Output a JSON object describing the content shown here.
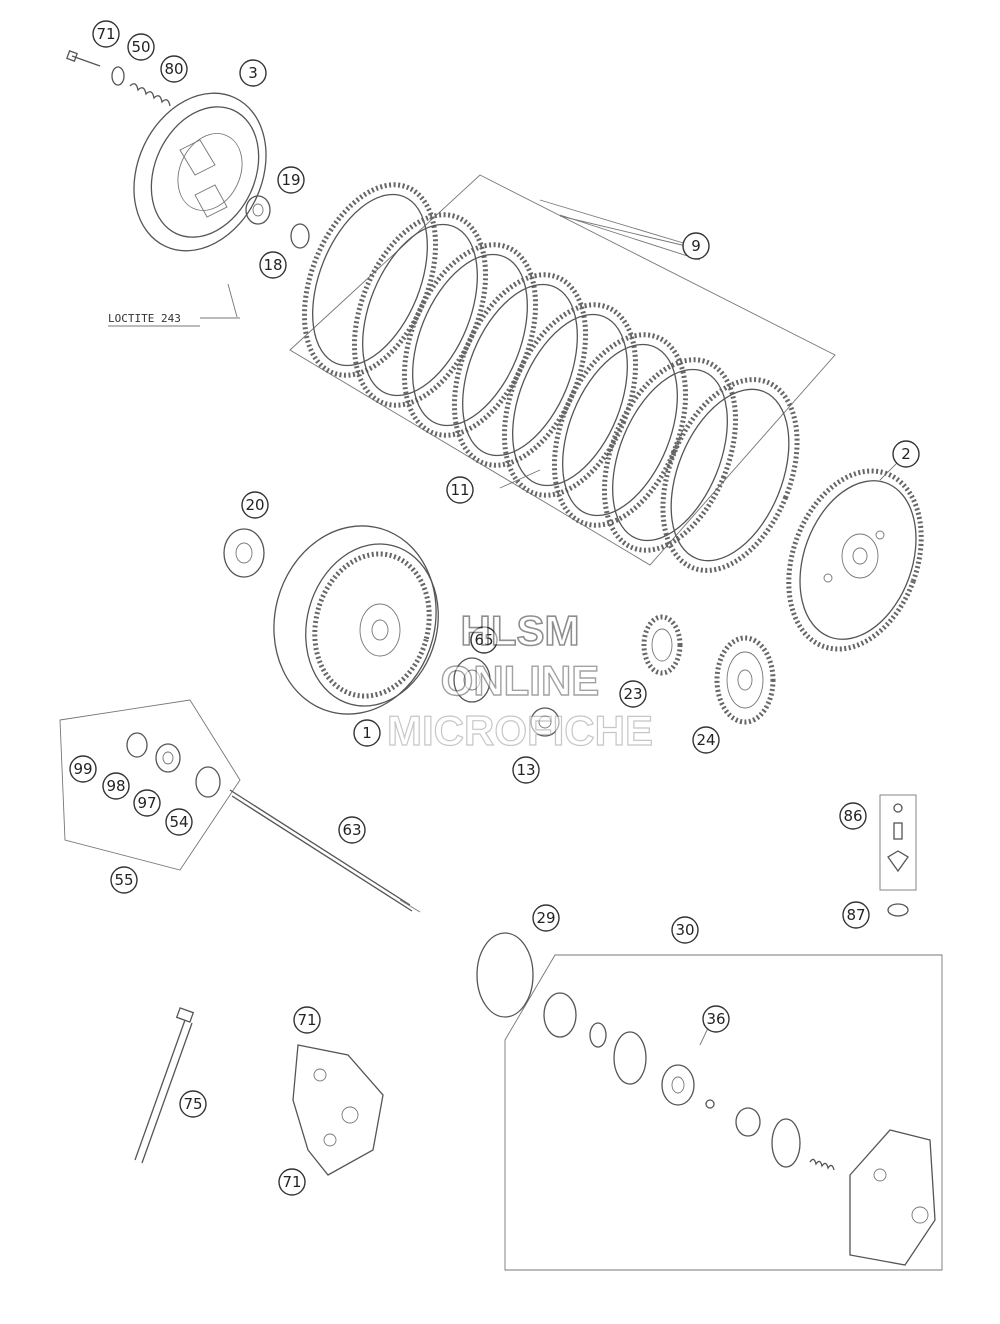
{
  "callouts": [
    {
      "id": "c71a",
      "label": "71"
    },
    {
      "id": "c50",
      "label": "50"
    },
    {
      "id": "c80",
      "label": "80"
    },
    {
      "id": "c3",
      "label": "3"
    },
    {
      "id": "c19",
      "label": "19"
    },
    {
      "id": "c18",
      "label": "18"
    },
    {
      "id": "c9",
      "label": "9"
    },
    {
      "id": "c2",
      "label": "2"
    },
    {
      "id": "c11",
      "label": "11"
    },
    {
      "id": "c20",
      "label": "20"
    },
    {
      "id": "c65",
      "label": "65"
    },
    {
      "id": "c23",
      "label": "23"
    },
    {
      "id": "c1",
      "label": "1"
    },
    {
      "id": "c24",
      "label": "24"
    },
    {
      "id": "c13",
      "label": "13"
    },
    {
      "id": "c99",
      "label": "99"
    },
    {
      "id": "c98",
      "label": "98"
    },
    {
      "id": "c97",
      "label": "97"
    },
    {
      "id": "c54",
      "label": "54"
    },
    {
      "id": "c63",
      "label": "63"
    },
    {
      "id": "c55",
      "label": "55"
    },
    {
      "id": "c86",
      "label": "86"
    },
    {
      "id": "c87",
      "label": "87"
    },
    {
      "id": "c29",
      "label": "29"
    },
    {
      "id": "c30",
      "label": "30"
    },
    {
      "id": "c36",
      "label": "36"
    },
    {
      "id": "c71b",
      "label": "71"
    },
    {
      "id": "c75",
      "label": "75"
    },
    {
      "id": "c71c",
      "label": "71"
    }
  ],
  "note": {
    "text": "LOCTITE 243"
  },
  "watermark": {
    "line1": "HLSM",
    "line2": "ONLINE",
    "line3": "MICROFICHE"
  }
}
